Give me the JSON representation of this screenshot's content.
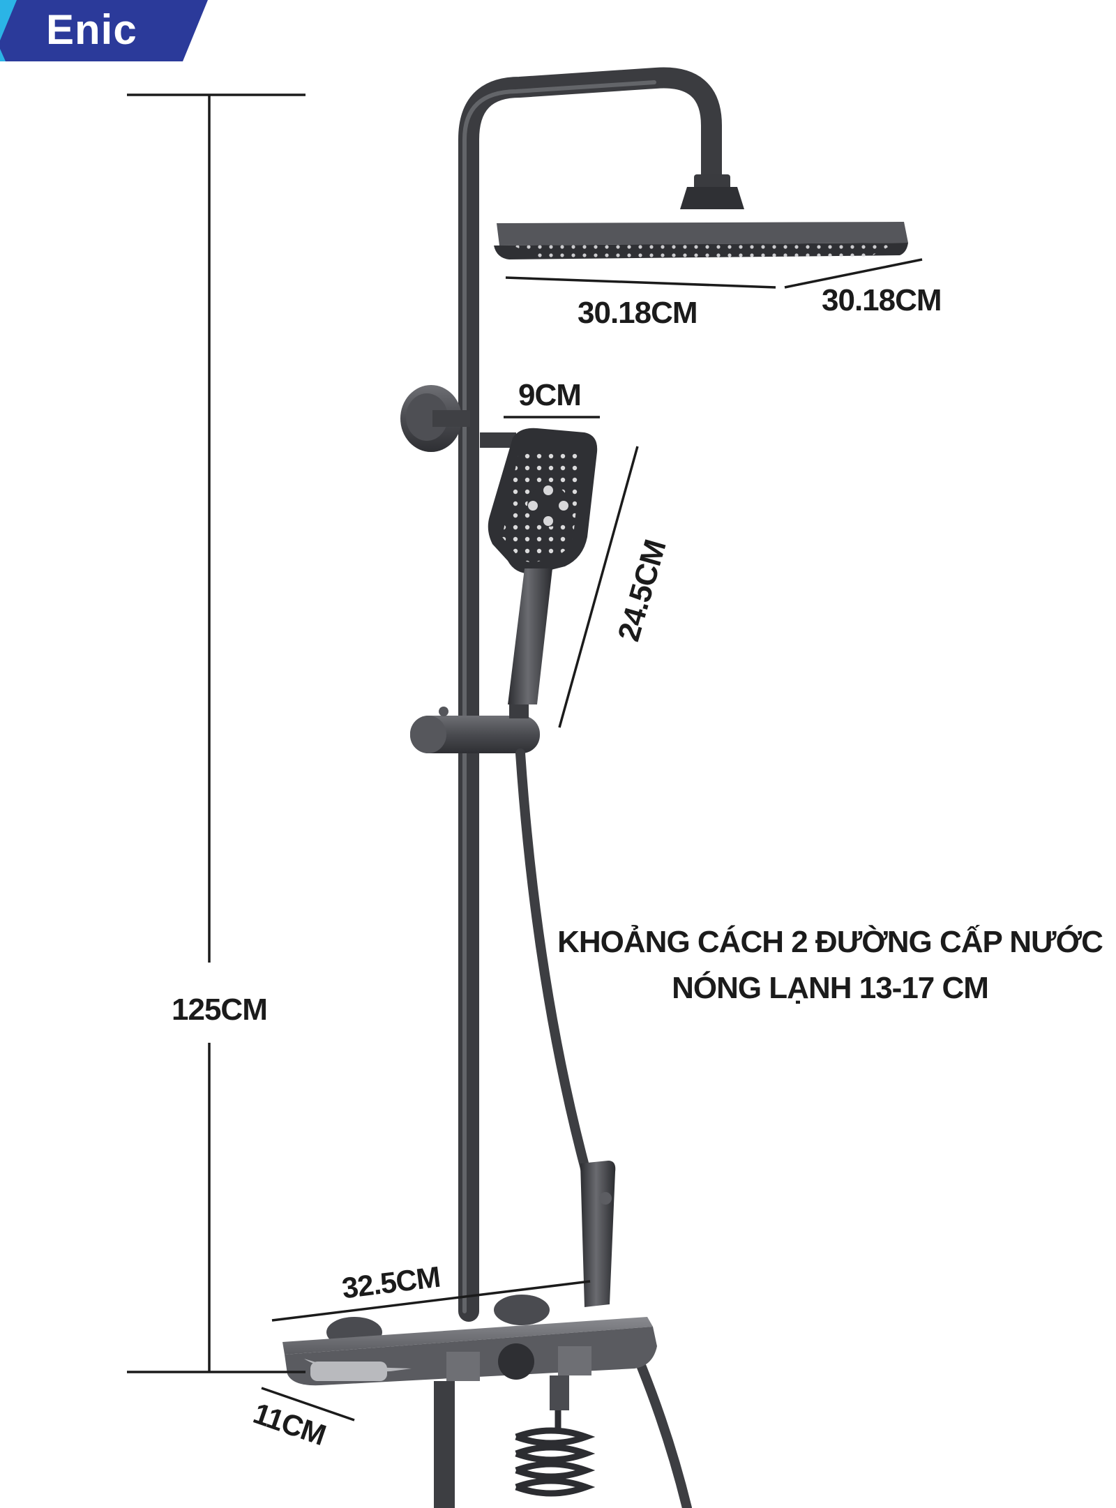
{
  "brand": {
    "logo_text": "Enic"
  },
  "dimensions": {
    "total_height": "125CM",
    "head_width": "30.18CM",
    "head_depth": "30.18CM",
    "handheld_width": "9CM",
    "handheld_length": "24.5CM",
    "shelf_width": "32.5CM",
    "shelf_depth": "11CM"
  },
  "note": {
    "line1": "KHOẢNG CÁCH 2 ĐƯỜNG CẤP NƯỚC",
    "line2": "NÓNG LẠNH 13-17 CM"
  },
  "colors": {
    "logo_blue": "#2b3a9a",
    "logo_cyan": "#2bb4e6",
    "metal_dark": "#3a3b3f",
    "metal_mid": "#55565b",
    "dimension_line": "#1b1b1b"
  }
}
